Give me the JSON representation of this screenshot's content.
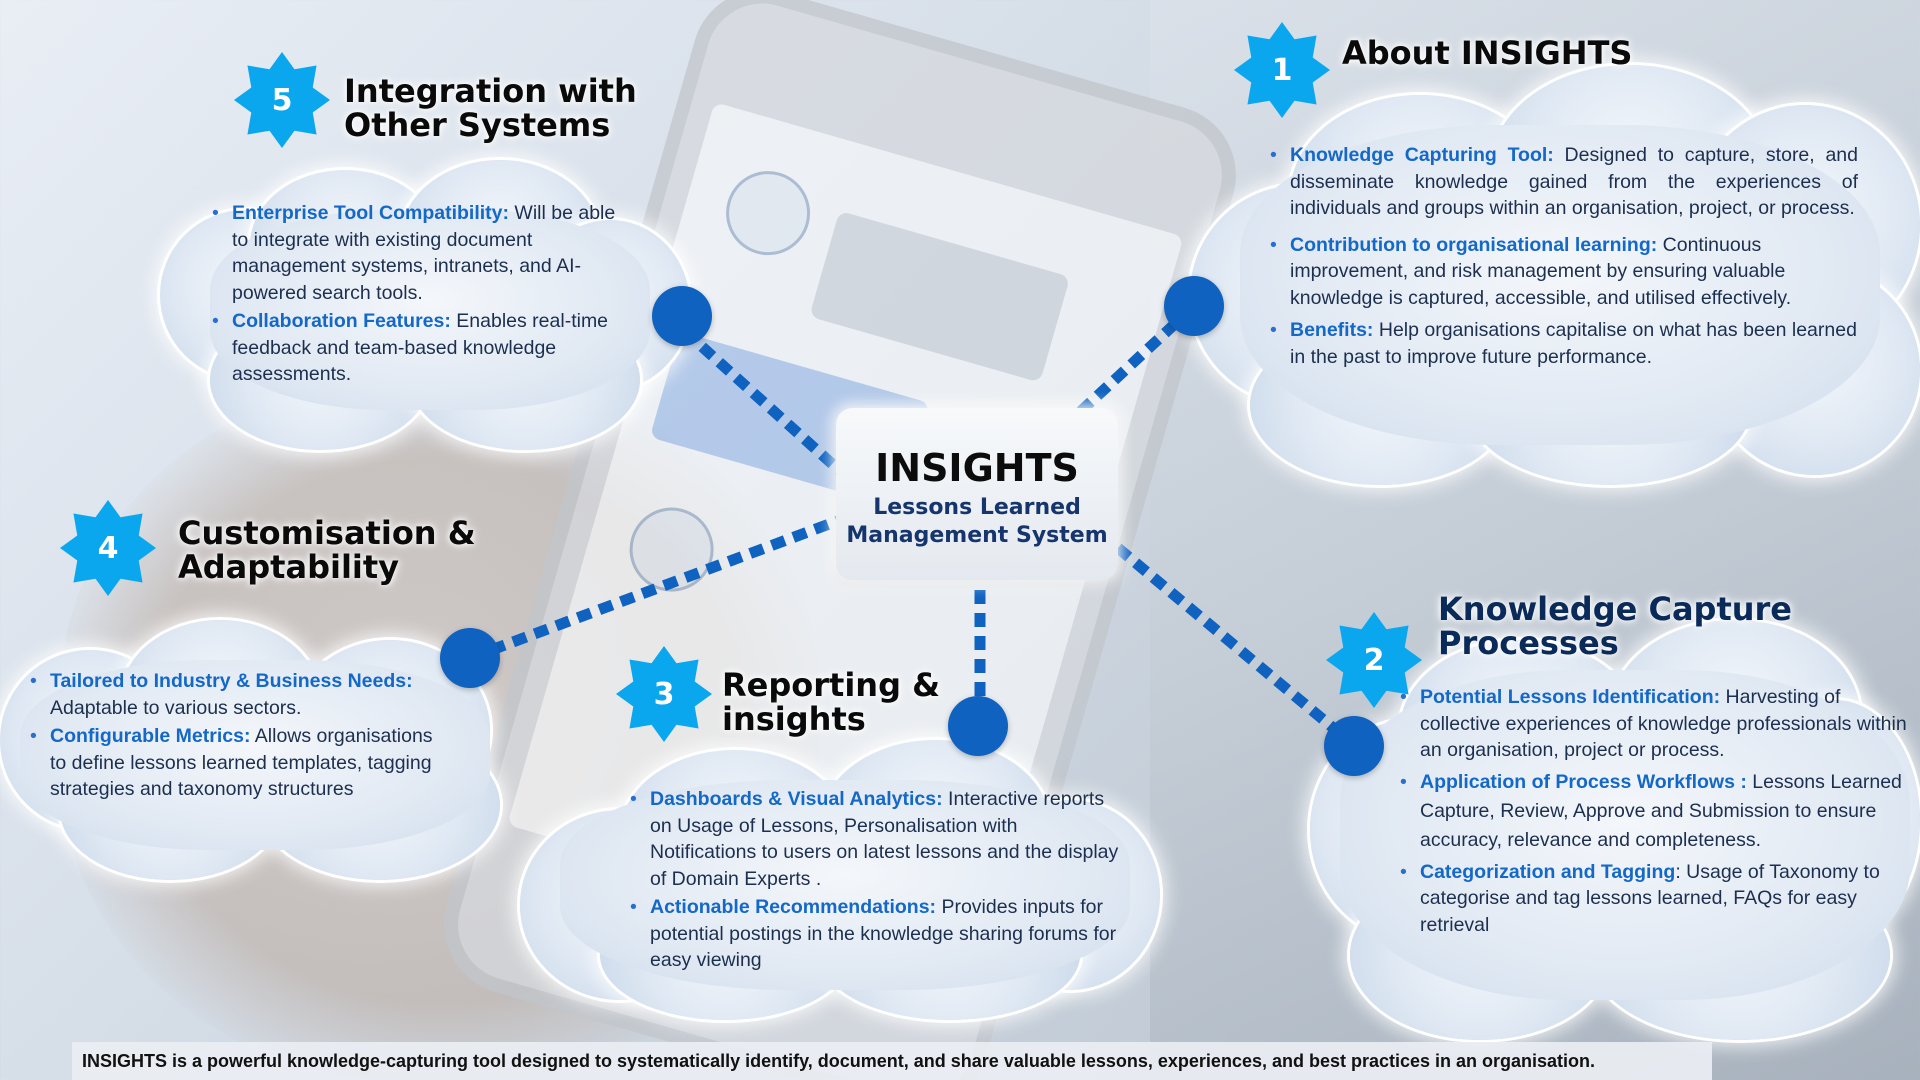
{
  "center": {
    "title": "INSIGHTS",
    "subtitle_line1": "Lessons Learned",
    "subtitle_line2": "Management System"
  },
  "badge_color": "#0aa7ef",
  "connector_color": "#0f62c0",
  "sections": {
    "s1": {
      "number": "1",
      "title": "About INSIGHTS",
      "items": [
        {
          "term": "Knowledge Capturing Tool:",
          "text": " Designed to capture, store, and disseminate knowledge gained from the experiences of individuals and groups within an organisation, project, or process."
        },
        {
          "term": "Contribution to organisational learning:",
          "text": " Continuous improvement, and risk management by ensuring valuable knowledge is captured, accessible, and utilised effectively."
        },
        {
          "term": "Benefits:",
          "text": " Help organisations capitalise on what has been learned in the past to improve future performance."
        }
      ]
    },
    "s2": {
      "number": "2",
      "title_line1": "Knowledge Capture",
      "title_line2": "Processes",
      "items": [
        {
          "term": "Potential Lessons Identification:",
          "text": " Harvesting of collective experiences of knowledge professionals within an organisation, project or process."
        },
        {
          "term": "Application of Process Workflows :",
          "text": " Lessons Learned Capture, Review, Approve and Submission to ensure accuracy, relevance and completeness."
        },
        {
          "term": "Categorization and Tagging",
          "text": ": Usage of Taxonomy to categorise and tag lessons learned, FAQs for easy retrieval"
        }
      ]
    },
    "s3": {
      "number": "3",
      "title_line1": "Reporting &",
      "title_line2": "insights",
      "items": [
        {
          "term": "Dashboards & Visual Analytics:",
          "text": " Interactive reports on Usage of Lessons, Personalisation with Notifications to users on latest lessons and the display of Domain Experts ."
        },
        {
          "term": "Actionable Recommendations:",
          "text": " Provides inputs for potential postings in the knowledge sharing forums for easy viewing"
        }
      ]
    },
    "s4": {
      "number": "4",
      "title_line1": "Customisation &",
      "title_line2": "Adaptability",
      "items": [
        {
          "term": "Tailored to Industry & Business Needs:",
          "text": " Adaptable to various sectors."
        },
        {
          "term": "Configurable Metrics:",
          "text": " Allows organisations to define lessons learned templates, tagging strategies and taxonomy structures"
        }
      ]
    },
    "s5": {
      "number": "5",
      "title_line1": "Integration with",
      "title_line2": "Other Systems",
      "items": [
        {
          "term": "Enterprise Tool Compatibility:",
          "text": " Will be able to integrate with existing document management systems, intranets, and AI-powered search tools."
        },
        {
          "term": "Collaboration Features:",
          "text": " Enables real-time feedback and team-based knowledge assessments."
        }
      ]
    }
  },
  "footer": "INSIGHTS is a powerful knowledge-capturing tool designed to systematically identify, document, and share valuable lessons, experiences, and best practices in an organisation."
}
